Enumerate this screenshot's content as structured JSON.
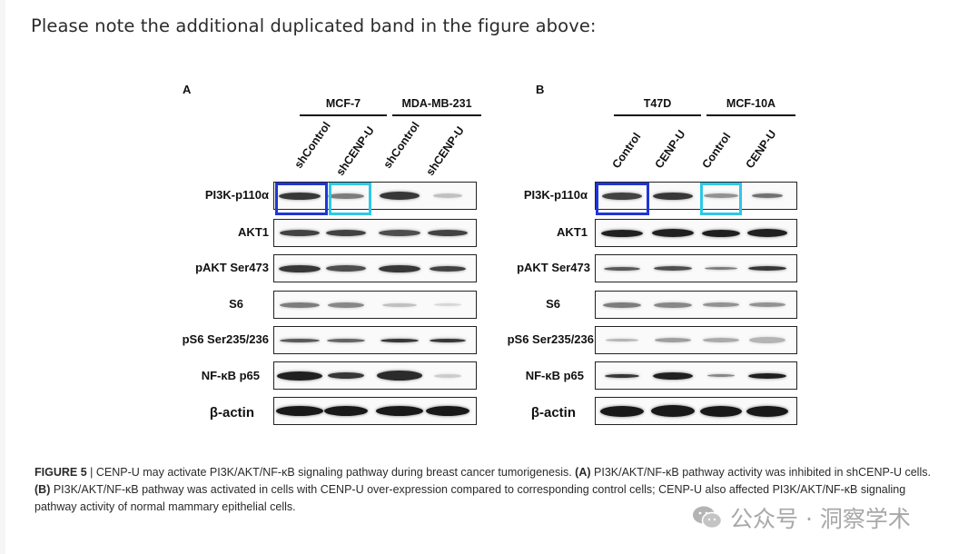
{
  "note": "Please note the additional duplicated band in the figure above:",
  "figure": {
    "panels": [
      {
        "letter": "A",
        "groups": [
          "MCF-7",
          "MDA-MB-231"
        ],
        "columns": [
          "shControl",
          "shCENP-U",
          "shControl",
          "shCENP-U"
        ],
        "rows": [
          "PI3K-p110α",
          "AKT1",
          "pAKT Ser473",
          "S6",
          "pS6 Ser235/236",
          "NF-κB p65",
          "β-actin"
        ]
      },
      {
        "letter": "B",
        "groups": [
          "T47D",
          "MCF-10A"
        ],
        "columns": [
          "Control",
          "CENP-U",
          "Control",
          "CENP-U"
        ],
        "rows": [
          "PI3K-p110α",
          "AKT1",
          "pAKT Ser473",
          "S6",
          "pS6 Ser235/236",
          "NF-κB p65",
          "β-actin"
        ]
      }
    ],
    "highlight_colors": {
      "dark": "#1f35d6",
      "light": "#2ec8e6"
    }
  },
  "caption": {
    "label": "FIGURE 5",
    "sep": " | ",
    "text1": "CENP-U may activate PI3K/AKT/NF-κB signaling pathway during breast cancer tumorigenesis. ",
    "a_label": "(A)",
    "text2": " PI3K/AKT/NF-κB pathway activity was inhibited in shCENP-U cells. ",
    "b_label": "(B)",
    "text3": " PI3K/AKT/NF-κB pathway was activated in cells with CENP-U over-expression compared to corresponding control cells; CENP-U also affected PI3K/AKT/NF-κB signaling pathway activity of normal mammary epithelial cells."
  },
  "watermark": {
    "text": "公众号 · 洞察学术",
    "icon": "wechat-icon"
  }
}
